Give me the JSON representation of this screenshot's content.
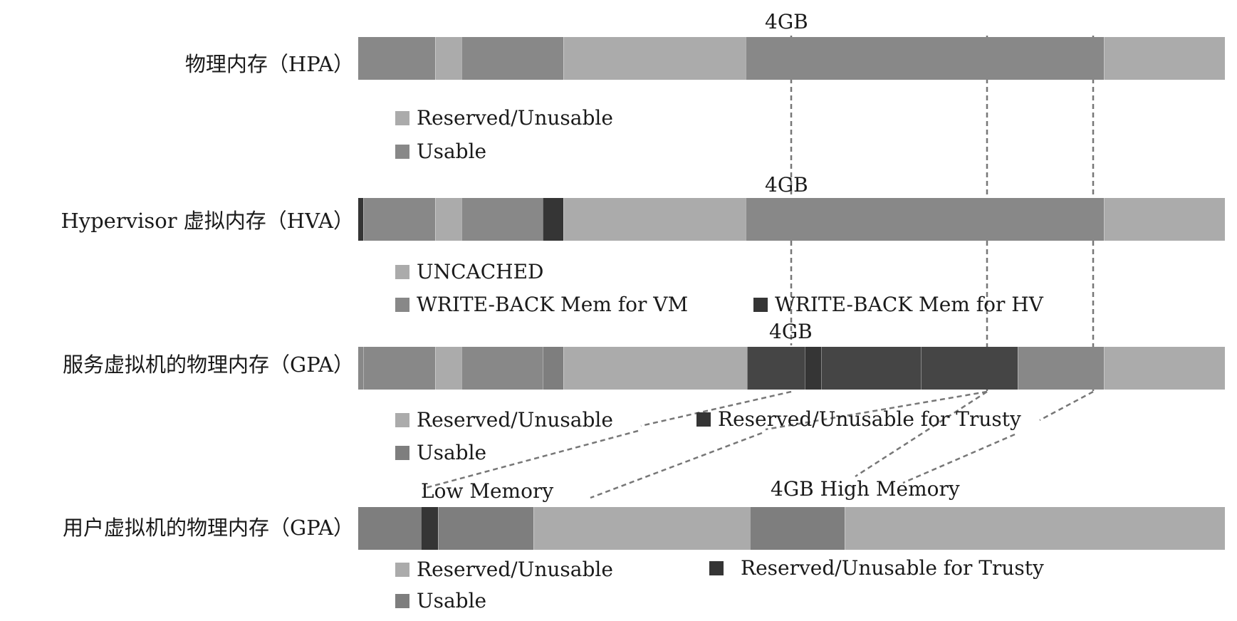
{
  "colors": {
    "reserved": "#ababab",
    "usable": "#888888",
    "dark": "#353535",
    "usable_mid": "#7e7e7e",
    "dark_trusty": "#454545",
    "dash": "#777777"
  },
  "rows": [
    {
      "label": "物理内存（HPA）",
      "marker": "4GB",
      "segments": [
        {
          "from": 0,
          "to": 0.089,
          "kind": "usable"
        },
        {
          "from": 0.089,
          "to": 0.119,
          "kind": "reserved"
        },
        {
          "from": 0.119,
          "to": 0.237,
          "kind": "usable"
        },
        {
          "from": 0.237,
          "to": 0.447,
          "kind": "reserved"
        },
        {
          "from": 0.447,
          "to": 0.86,
          "kind": "usable"
        },
        {
          "from": 0.86,
          "to": 1,
          "kind": "reserved"
        }
      ],
      "legend": [
        {
          "label": "Reserved/Unusable",
          "kind": "reserved"
        },
        {
          "label": "Usable",
          "kind": "usable"
        }
      ]
    },
    {
      "label": "Hypervisor 虚拟内存（HVA）",
      "marker": "4GB",
      "segments": [
        {
          "from": 0,
          "to": 0.006,
          "kind": "dark"
        },
        {
          "from": 0.006,
          "to": 0.089,
          "kind": "usable"
        },
        {
          "from": 0.089,
          "to": 0.119,
          "kind": "reserved"
        },
        {
          "from": 0.119,
          "to": 0.213,
          "kind": "usable"
        },
        {
          "from": 0.213,
          "to": 0.237,
          "kind": "dark"
        },
        {
          "from": 0.237,
          "to": 0.447,
          "kind": "reserved"
        },
        {
          "from": 0.447,
          "to": 0.86,
          "kind": "usable"
        },
        {
          "from": 0.86,
          "to": 1,
          "kind": "reserved"
        }
      ],
      "legend": [
        {
          "label": "UNCACHED",
          "kind": "reserved"
        },
        {
          "label": "WRITE-BACK Mem for VM",
          "kind": "usable"
        },
        {
          "label": "WRITE-BACK Mem for HV",
          "kind": "dark"
        }
      ]
    },
    {
      "label": "服务虚拟机的物理内存（GPA）",
      "marker": "4GB",
      "segments": [
        {
          "from": 0,
          "to": 0.006,
          "kind": "usable"
        },
        {
          "from": 0.006,
          "to": 0.089,
          "kind": "usable"
        },
        {
          "from": 0.089,
          "to": 0.119,
          "kind": "reserved"
        },
        {
          "from": 0.119,
          "to": 0.213,
          "kind": "usable"
        },
        {
          "from": 0.213,
          "to": 0.237,
          "kind": "usable_mid"
        },
        {
          "from": 0.237,
          "to": 0.449,
          "kind": "reserved"
        },
        {
          "from": 0.449,
          "to": 0.515,
          "kind": "dark_trusty"
        },
        {
          "from": 0.515,
          "to": 0.534,
          "kind": "dark"
        },
        {
          "from": 0.534,
          "to": 0.649,
          "kind": "dark_trusty"
        },
        {
          "from": 0.649,
          "to": 0.761,
          "kind": "dark_trusty"
        },
        {
          "from": 0.761,
          "to": 0.86,
          "kind": "usable"
        },
        {
          "from": 0.86,
          "to": 1,
          "kind": "reserved"
        }
      ],
      "legend": [
        {
          "label": "Reserved/Unusable",
          "kind": "reserved"
        },
        {
          "label": "Usable",
          "kind": "usable_mid"
        },
        {
          "label": "Reserved/Unusable for Trusty",
          "kind": "dark"
        }
      ]
    },
    {
      "label": "用户虚拟机的物理内存（GPA）",
      "marker_low": "Low Memory",
      "marker_high": "4GB High Memory",
      "segments": [
        {
          "from": 0,
          "to": 0.072,
          "kind": "usable_mid"
        },
        {
          "from": 0.072,
          "to": 0.092,
          "kind": "dark"
        },
        {
          "from": 0.092,
          "to": 0.202,
          "kind": "usable_mid"
        },
        {
          "from": 0.202,
          "to": 0.452,
          "kind": "reserved"
        },
        {
          "from": 0.452,
          "to": 0.561,
          "kind": "usable_mid"
        },
        {
          "from": 0.561,
          "to": 1,
          "kind": "reserved"
        }
      ],
      "legend": [
        {
          "label": "Reserved/Unusable",
          "kind": "reserved"
        },
        {
          "label": "Usable",
          "kind": "usable_mid"
        },
        {
          "label": "Reserved/Unusable for Trusty",
          "kind": "dark"
        }
      ]
    }
  ]
}
